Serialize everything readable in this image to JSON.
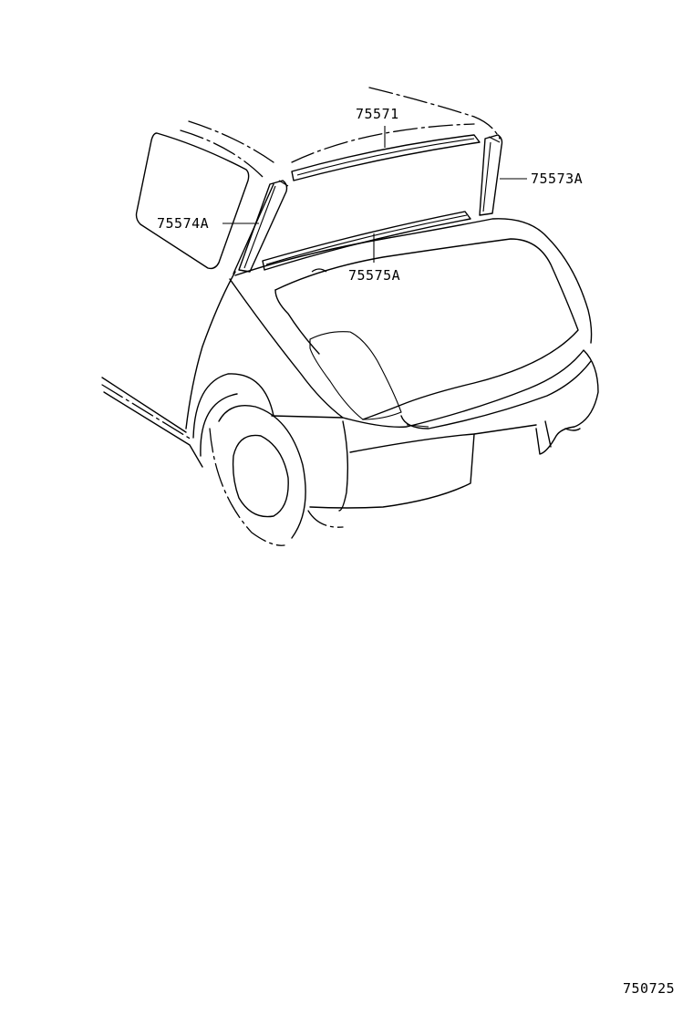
{
  "parts": [
    {
      "id": "p1",
      "number": "75571"
    },
    {
      "id": "p2",
      "number": "75573A"
    },
    {
      "id": "p3",
      "number": "75574A"
    },
    {
      "id": "p4",
      "number": "75575A"
    }
  ],
  "figure_code": "750725"
}
